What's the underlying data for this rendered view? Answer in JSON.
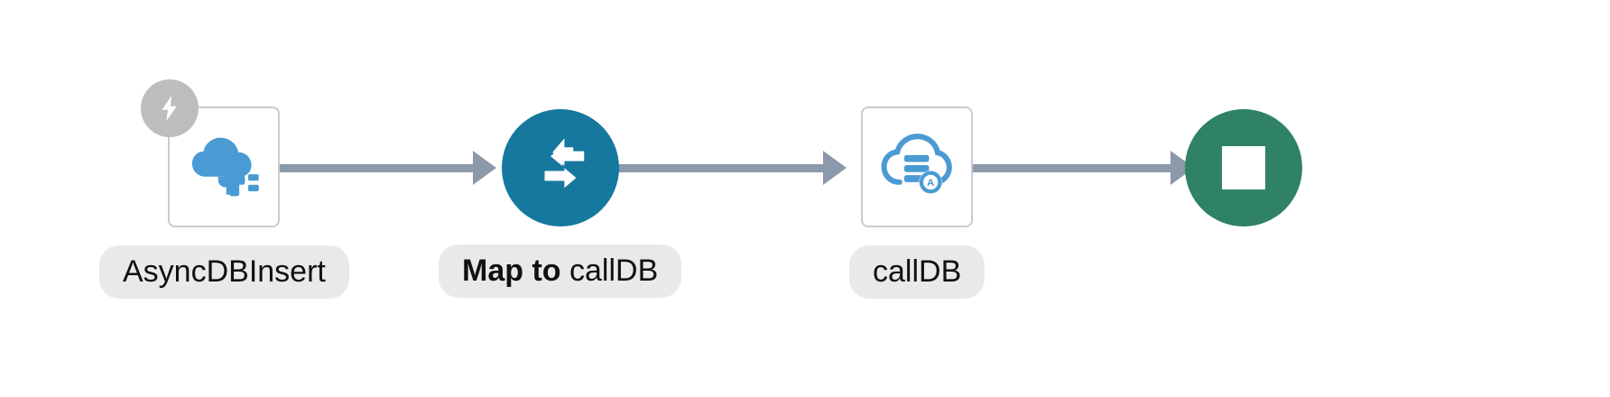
{
  "diagram": {
    "type": "workflow-flow-diagram",
    "background_color": "#ffffff",
    "connector_color": "#8c99ab",
    "label_pill_color": "#e9e9e9",
    "label_text_color": "#111111",
    "nodes": [
      {
        "id": "async-db-insert",
        "kind": "trigger-card",
        "label": "AsyncDBInsert",
        "label_prefix": "",
        "icon": "cloud-plug-icon",
        "badge_icon": "lightning-bolt-icon",
        "badge_color": "#bdbdbd",
        "icon_color": "#4a9ad4",
        "card_color": "#ffffff"
      },
      {
        "id": "map-to-calldb",
        "kind": "circle",
        "label_prefix": "Map to",
        "label": "callDB",
        "icon": "map-transform-arrows-icon",
        "fill_color": "#16789f",
        "icon_color": "#ffffff"
      },
      {
        "id": "calldb",
        "kind": "card",
        "label_prefix": "",
        "label": "callDB",
        "icon": "cloud-database-async-icon",
        "icon_color": "#4a9ad4",
        "card_color": "#ffffff"
      },
      {
        "id": "end-node",
        "kind": "circle",
        "label_prefix": "",
        "label": "",
        "icon": "stop-square-icon",
        "fill_color": "#2f8265",
        "icon_color": "#ffffff"
      }
    ],
    "connectors": [
      {
        "from": "async-db-insert",
        "to": "map-to-calldb"
      },
      {
        "from": "map-to-calldb",
        "to": "calldb"
      },
      {
        "from": "calldb",
        "to": "end-node"
      }
    ]
  }
}
